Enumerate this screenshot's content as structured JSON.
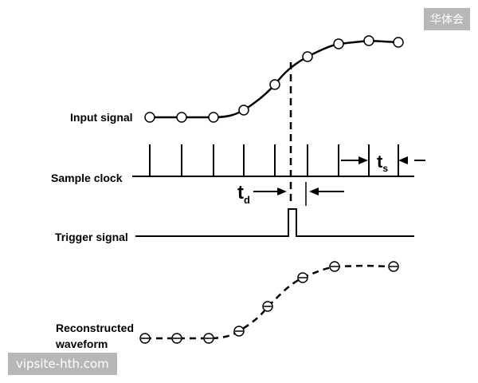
{
  "labels": {
    "input_signal": "Input signal",
    "sample_clock": "Sample clock",
    "trigger_signal": "Trigger signal",
    "reconstructed_line1": "Reconstructed",
    "reconstructed_line2": "waveform",
    "td_main": "t",
    "td_sub": "d",
    "ts_main": "t",
    "ts_sub": "s"
  },
  "watermarks": {
    "top_right": "华体会",
    "bottom_left": "vipsite-hth.com"
  }
}
